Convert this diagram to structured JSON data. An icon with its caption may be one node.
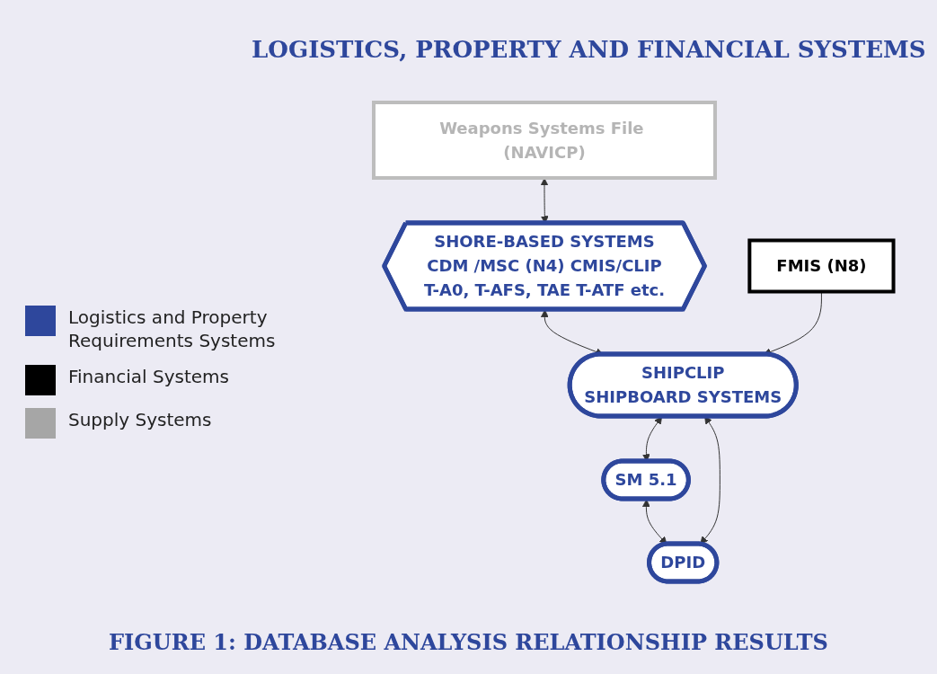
{
  "diagram": {
    "title": "LOGISTICS, PROPERTY AND FINANCIAL SYSTEMS",
    "caption": "FIGURE 1: DATABASE ANALYSIS RELATIONSHIP RESULTS",
    "nodes": [
      {
        "text": [
          "Weapons Systems File (NAVICP)"
        ]
      },
      {
        "text": [
          "SHORE-BASED SYSTEMS",
          "CDM /MSC (N4) CMIS/CLIP",
          "T-A0, T-AFS, TAE T-ATF etc."
        ]
      },
      {
        "text": [
          "SM 5.1"
        ]
      },
      {
        "text": [
          "DPID"
        ]
      },
      {
        "text": [
          "FMIS (N8)"
        ]
      },
      {
        "text": [
          "SHIPCLIP",
          "SHIPBOARD SYSTEMS"
        ]
      }
    ],
    "edges": [
      {
        "from": 0,
        "to": 1,
        "arrow": "both"
      },
      {
        "from": 1,
        "to": 5,
        "arrow": "both"
      },
      {
        "from": 5,
        "to": 2,
        "arrow": "both"
      },
      {
        "from": 2,
        "to": 3,
        "arrow": "both"
      },
      {
        "from": 3,
        "to": 5,
        "arrow": "both"
      },
      {
        "from": 4,
        "to": 5,
        "arrow": "to"
      }
    ],
    "legend": [
      {
        "text": "Logistics and Property Requirements Systems",
        "color": "#2e479c"
      },
      {
        "text": "Financial Systems",
        "color": "#000000"
      },
      {
        "text": "Supply Systems",
        "color": "#a6a6a6"
      }
    ]
  }
}
